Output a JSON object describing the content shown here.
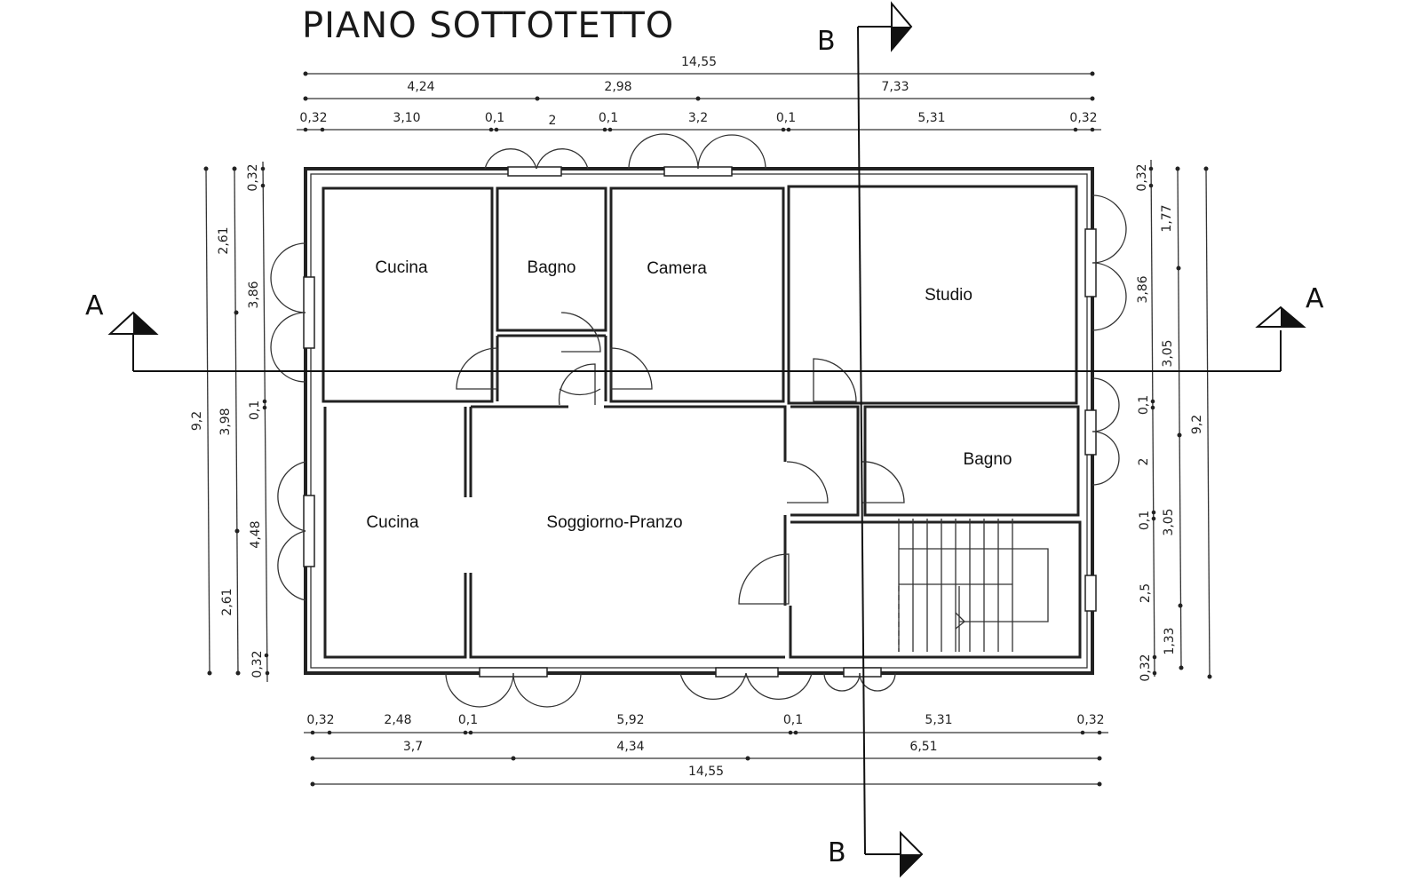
{
  "title": "PIANO SOTTOTETTO",
  "rooms": {
    "cucina_top": "Cucina",
    "bagno_top": "Bagno",
    "camera": "Camera",
    "studio": "Studio",
    "cucina_bottom": "Cucina",
    "soggiorno": "Soggiorno-Pranzo",
    "bagno_right": "Bagno"
  },
  "sections": {
    "a_left": "A",
    "a_right": "A",
    "b_top": "B",
    "b_bottom": "B"
  },
  "dims_top": {
    "total": "14,55",
    "r2": [
      "4,24",
      "2,98",
      "7,33"
    ],
    "r3": [
      "0,32",
      "3,10",
      "0,1",
      "2",
      "0,1",
      "3,2",
      "0,1",
      "5,31",
      "0,32"
    ]
  },
  "dims_bottom": {
    "r1": [
      "0,32",
      "2,48",
      "0,1",
      "5,92",
      "0,1",
      "5,31",
      "0,32"
    ],
    "r2": [
      "3,7",
      "4,34",
      "6,51"
    ],
    "total": "14,55"
  },
  "dims_left": {
    "total": "9,2",
    "r2": [
      "2,61",
      "3,98",
      "2,61"
    ],
    "r3": [
      "0,32",
      "3,86",
      "0,1",
      "4,48",
      "0,32"
    ]
  },
  "dims_right": {
    "r1": [
      "0,32",
      "3,86",
      "0,1",
      "2",
      "0,1",
      "2,5",
      "0,32"
    ],
    "r2": [
      "1,77",
      "3,05",
      "3,05",
      "1,33"
    ],
    "total": "9,2"
  }
}
